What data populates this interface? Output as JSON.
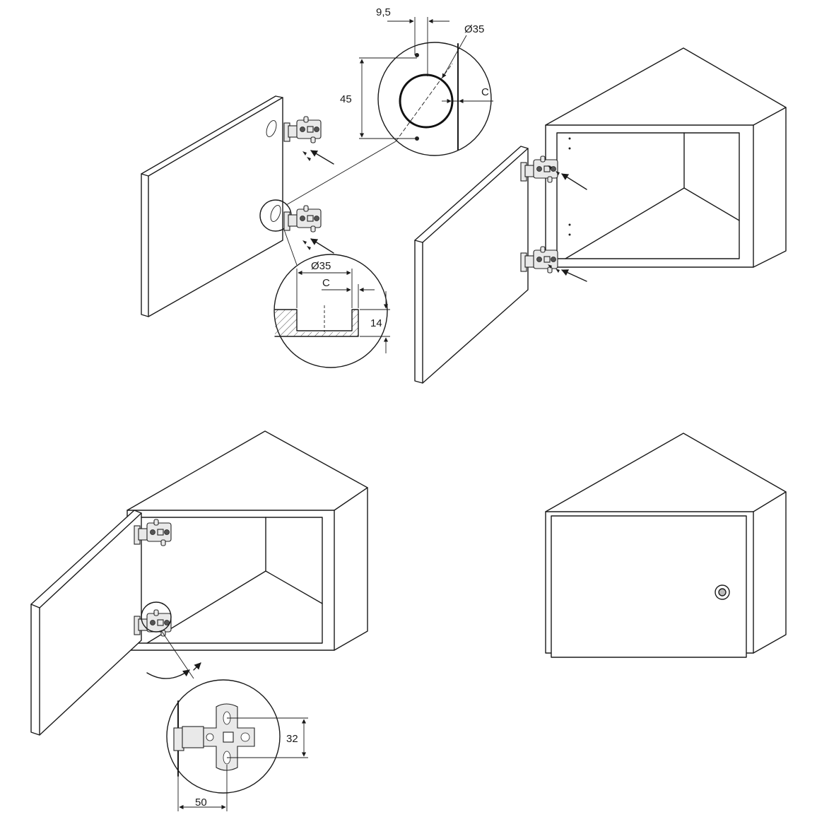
{
  "dimensions": {
    "offset_9_5": "9,5",
    "cup_diameter_top": "Ø35",
    "hole_spacing": "45",
    "distance_c_top": "C",
    "cup_diameter_section": "Ø35",
    "distance_c_section": "C",
    "cup_depth": "14",
    "plate_spacing": "32",
    "plate_offset": "50"
  }
}
